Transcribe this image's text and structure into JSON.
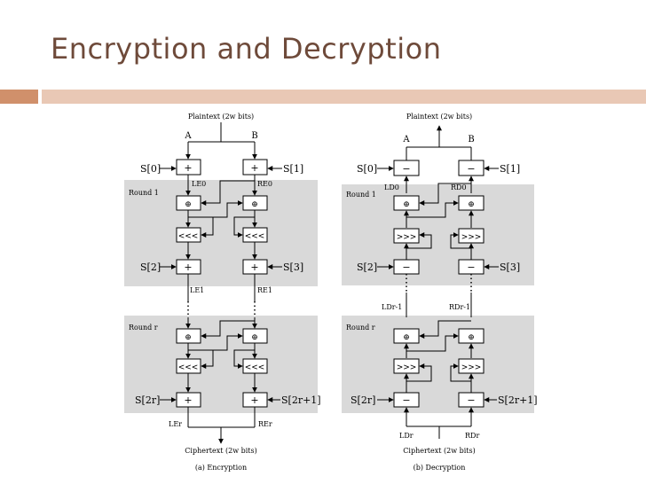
{
  "slide": {
    "title": "Encryption and Decryption",
    "accent_color": "#d0906b",
    "accent_light": "#e9c8b5",
    "title_color": "#6e4a3a"
  },
  "encryption": {
    "plaintext": "Plaintext (2w bits)",
    "in_a": "A",
    "in_b": "B",
    "s0": "S[0]",
    "s1": "S[1]",
    "le0": "LE0",
    "re0": "RE0",
    "round1": "Round 1",
    "xor": "⊕",
    "rot": "<<<",
    "s2": "S[2]",
    "s3": "S[3]",
    "le1": "LE1",
    "re1": "RE1",
    "roundr": "Round r",
    "s2r": "S[2r]",
    "s2r1": "S[2r+1]",
    "ler": "LEr",
    "rer": "REr",
    "ciphertext": "Ciphertext (2w bits)",
    "caption": "(a) Encryption",
    "op_left": "+",
    "op_right": "+"
  },
  "decryption": {
    "plaintext": "Plaintext (2w bits)",
    "out_a": "A",
    "out_b": "B",
    "s0": "S[0]",
    "s1": "S[1]",
    "ld0": "LD0",
    "rd0": "RD0",
    "round1": "Round 1",
    "xor": "⊕",
    "rot": ">>>",
    "s2": "S[2]",
    "s3": "S[3]",
    "ldr1": "LDr-1",
    "rdr1": "RDr-1",
    "roundr": "Round r",
    "s2r": "S[2r]",
    "s2r1": "S[2r+1]",
    "ldr": "LDr",
    "rdr": "RDr",
    "ciphertext": "Ciphertext (2w bits)",
    "caption": "(b) Decryption",
    "op_minus": "−"
  }
}
